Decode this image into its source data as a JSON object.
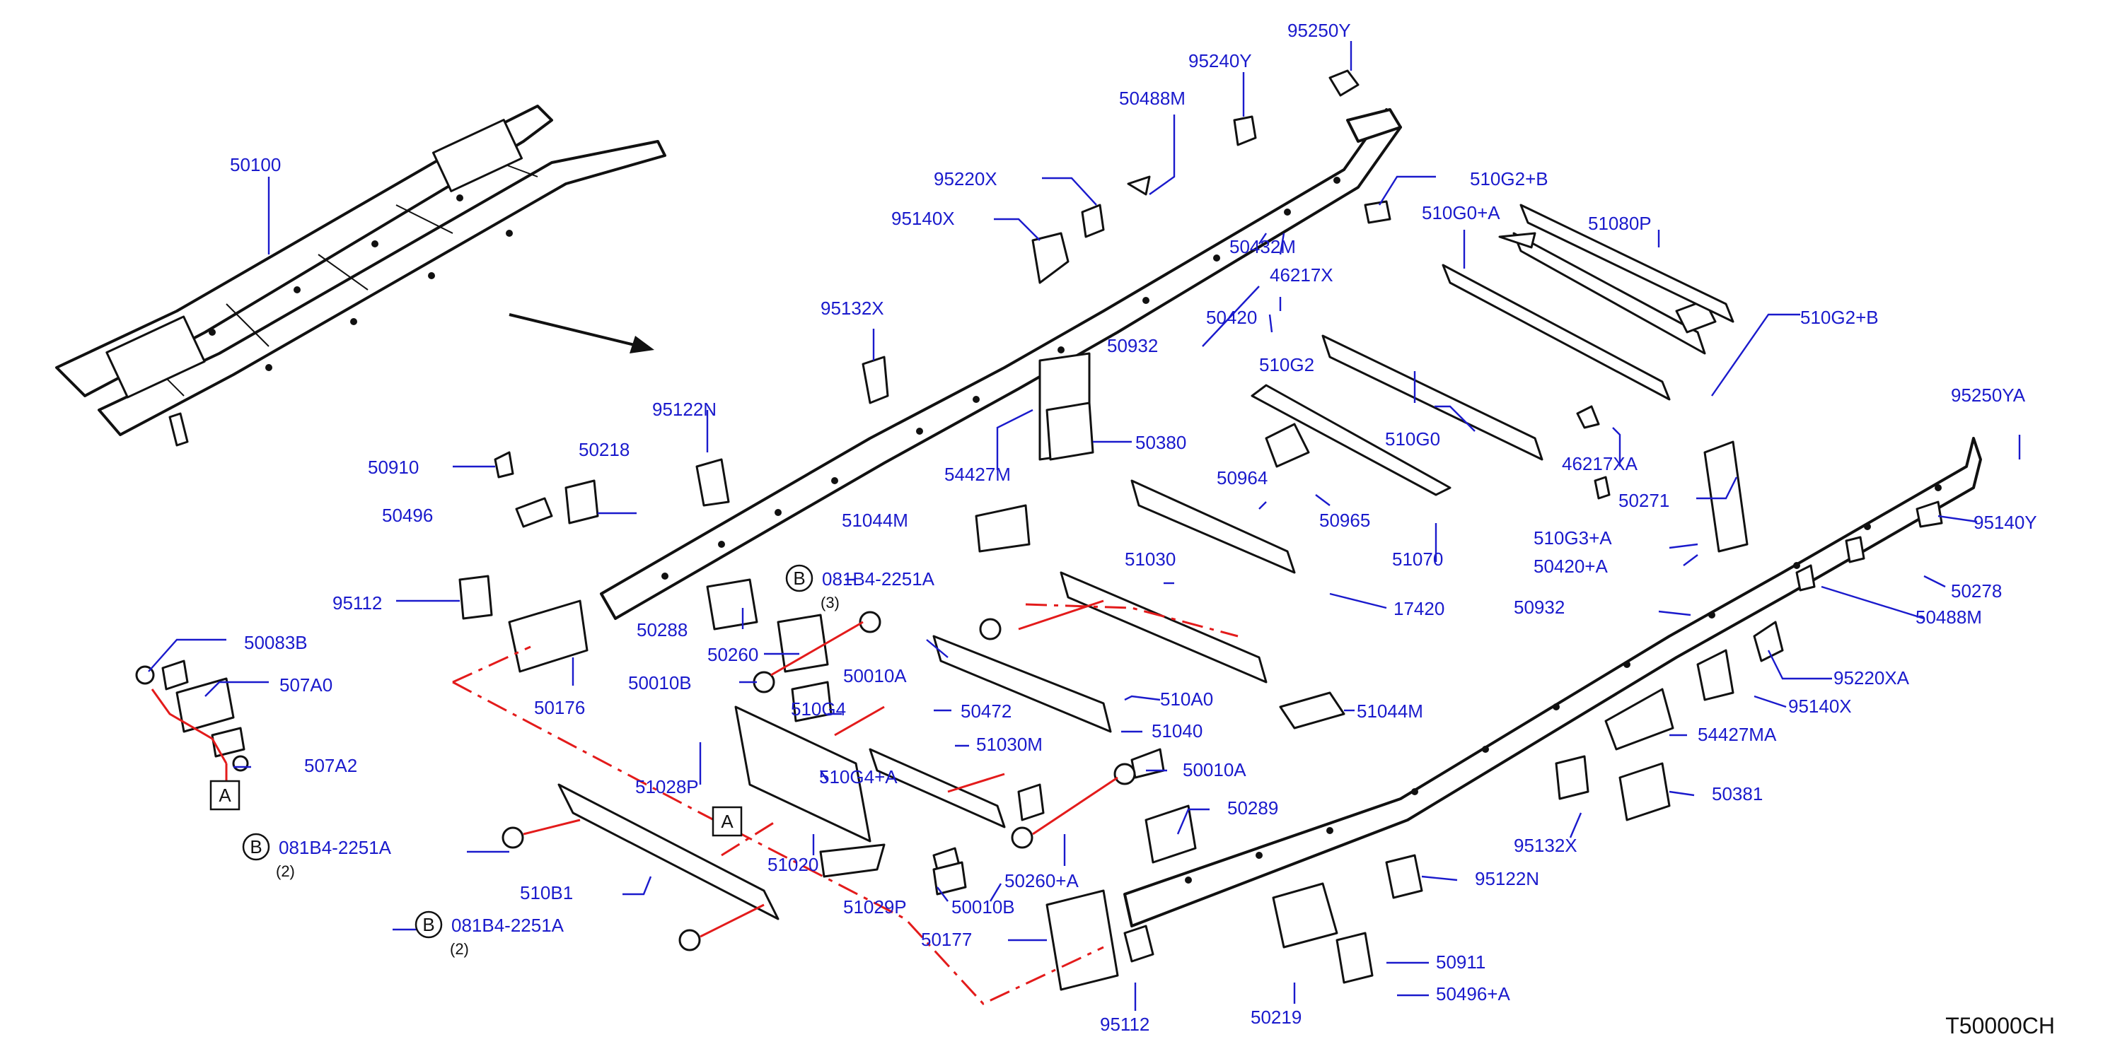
{
  "labels": {
    "l50100": "50100",
    "l95250Y": "95250Y",
    "l95240Y": "95240Y",
    "l50488M": "50488M",
    "l95220X": "95220X",
    "l95140X": "95140X",
    "l510G2B_1": "510G2+B",
    "l510G0A": "510G0+A",
    "l51080P": "51080P",
    "l50432M": "50432M",
    "l46217X": "46217X",
    "l95132X": "95132X",
    "l50420": "50420",
    "l50932": "50932",
    "l510G2": "510G2",
    "l510G2B_2": "510G2+B",
    "l95122N": "95122N",
    "l54427M": "54427M",
    "l50380": "50380",
    "l510G0": "510G0",
    "l46217XA": "46217XA",
    "l95250YA": "95250YA",
    "l50910": "50910",
    "l50218": "50218",
    "l50964": "50964",
    "l50271": "50271",
    "l50496": "50496",
    "l51044M_1": "51044M",
    "l50965": "50965",
    "l95140Y": "95140Y",
    "l51070": "51070",
    "l510G3A": "510G3+A",
    "l50420A": "50420+A",
    "l95112_1": "95112",
    "l081B4_1": "081B4-2251A",
    "l51030": "51030",
    "l17420": "17420",
    "l50932_2": "50932",
    "l50278": "50278",
    "l50288": "50288",
    "l50488M_2": "50488M",
    "l50083B": "50083B",
    "l50260": "50260",
    "l50010A_1": "50010A",
    "l507A0": "507A0",
    "l50010B_1": "50010B",
    "l510A0": "510A0",
    "l95220XA": "95220XA",
    "l50176": "50176",
    "l95140X_2": "95140X",
    "l510G4": "510G4",
    "l50472": "50472",
    "l51044M_2": "51044M",
    "l507A2": "507A2",
    "l51040": "51040",
    "l51030M": "51030M",
    "l54427MA": "54427MA",
    "l510G4A": "510G4+A",
    "l50010A_2": "50010A",
    "l51028P": "51028P",
    "l50381": "50381",
    "l50289": "50289",
    "l081B4_2": "081B4-2251A",
    "l51020": "51020",
    "l95132X_2": "95132X",
    "l95122N_2": "95122N",
    "l50260A": "50260+A",
    "l51029P": "51029P",
    "l50010B_2": "50010B",
    "l510B1": "510B1",
    "l081B4_3": "081B4-2251A",
    "l50177": "50177",
    "l50911": "50911",
    "l50496A": "50496+A",
    "l95112_2": "95112",
    "l50219": "50219"
  },
  "qty": {
    "q1": "(3)",
    "q2": "(2)",
    "q3": "(2)"
  },
  "markers": {
    "b": "B",
    "a": "A"
  },
  "diagram_code": "T50000CH"
}
